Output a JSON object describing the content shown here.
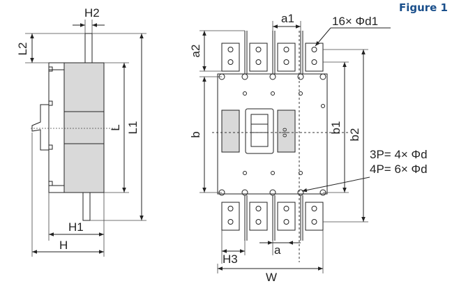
{
  "figure_title": "Figure 1",
  "labels": {
    "H2": "H2",
    "L2": "L2",
    "L": "L",
    "L1": "L1",
    "H1": "H1",
    "H": "H",
    "a1": "a1",
    "d1_spec": "16× Φd1",
    "a2": "a2",
    "b": "b",
    "b1": "b1",
    "b2": "b2",
    "d_3p": "3P= 4× Φd",
    "d_4p": "4P= 6× Φd",
    "H3": "H3",
    "a": "a",
    "W": "W"
  },
  "handle_text": "o|o"
}
